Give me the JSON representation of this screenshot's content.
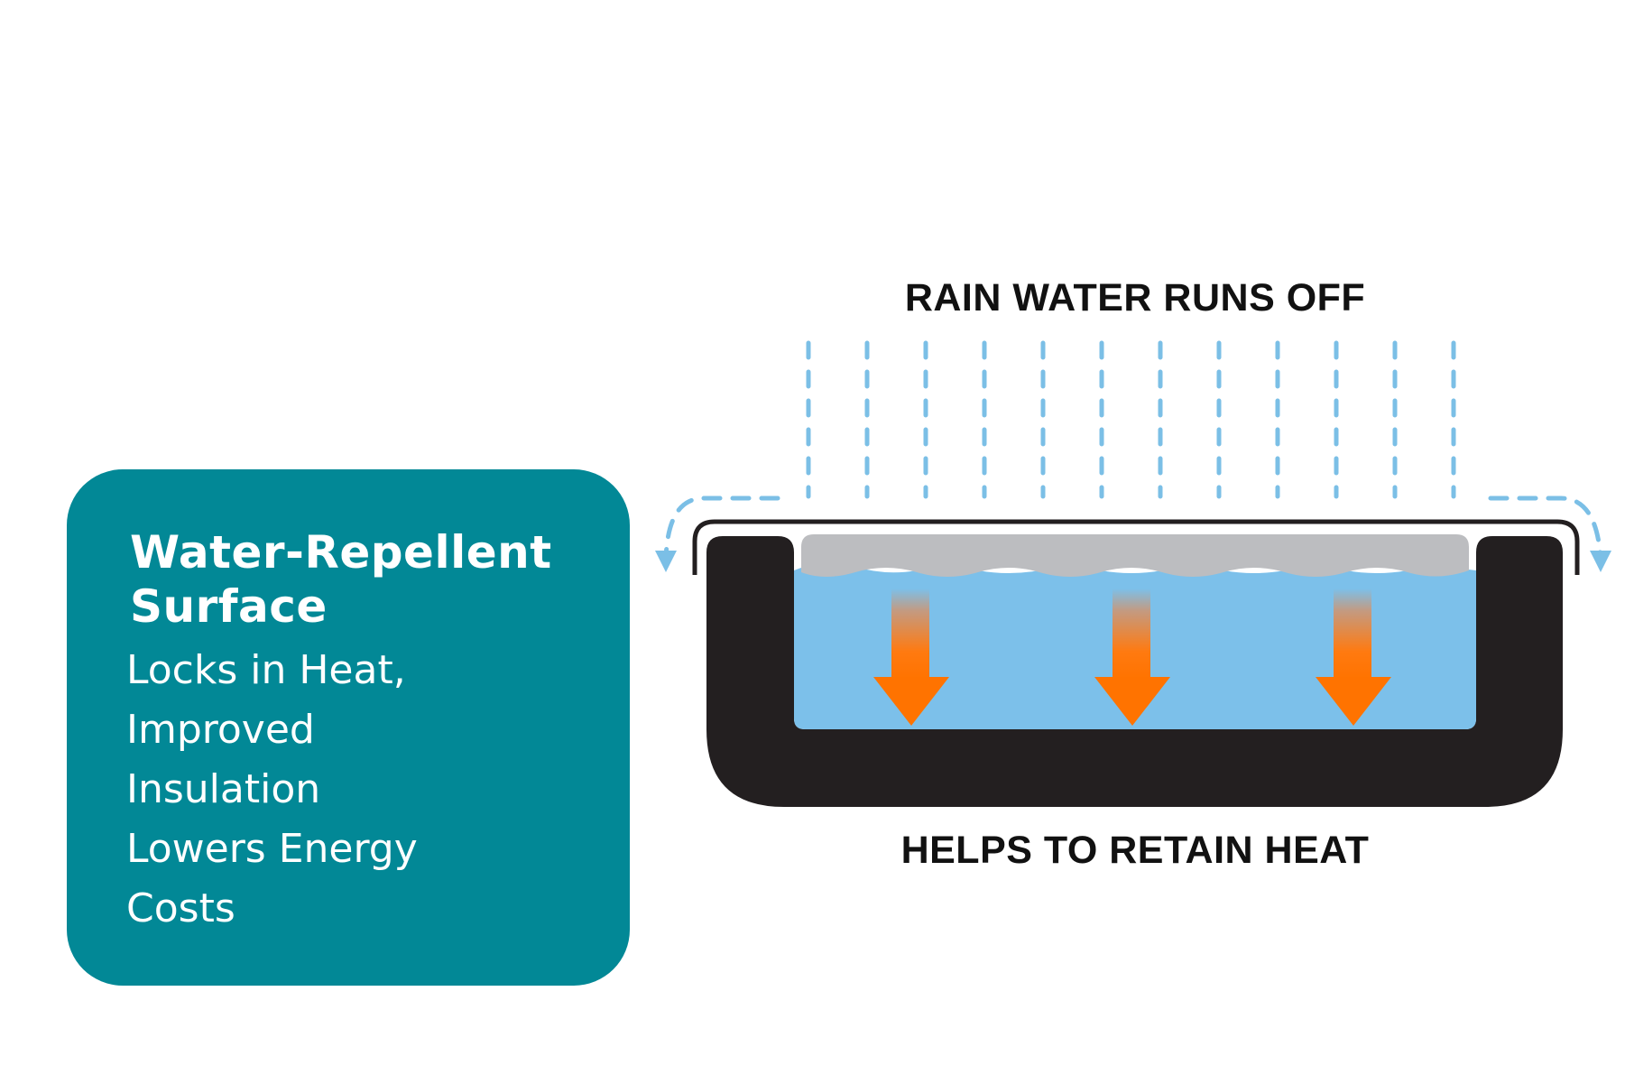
{
  "info_box": {
    "title_line1": "Water-Repellent",
    "title_line2": "Surface",
    "body_lines": [
      "Locks in Heat,",
      "Improved",
      "Insulation",
      "Lowers Energy",
      "Costs"
    ]
  },
  "diagram": {
    "top_label": "RAIN WATER RUNS OFF",
    "bottom_label": "HELPS TO RETAIN HEAT"
  },
  "colors": {
    "box_teal": "#028896",
    "rain_blue": "#7bbfe6",
    "water_blue": "#7cc0ea",
    "cover_gray": "#bcbdc0",
    "tub_black": "#231f20",
    "arrow_orange": "#ff7300"
  }
}
